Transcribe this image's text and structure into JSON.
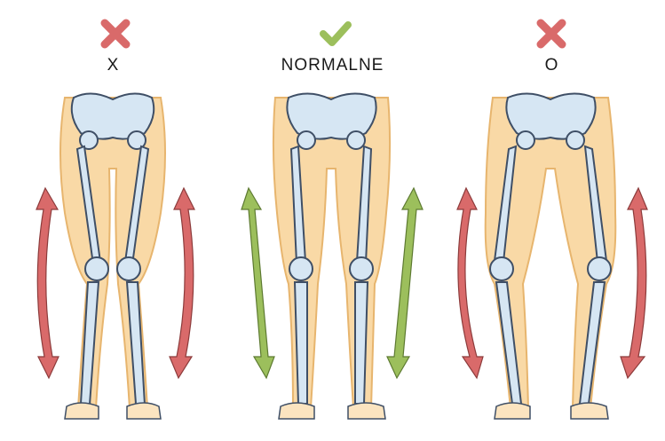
{
  "panels": [
    {
      "id": "x",
      "label": "X",
      "status": "incorrect",
      "mark_icon": "x-mark-icon"
    },
    {
      "id": "normal",
      "label": "NORMALNE",
      "status": "correct",
      "mark_icon": "check-mark-icon"
    },
    {
      "id": "o",
      "label": "O",
      "status": "incorrect",
      "mark_icon": "x-mark-icon"
    }
  ],
  "colors": {
    "incorrect": "#d96a6a",
    "correct": "#9cbf5c",
    "bone": "#d6e6f3",
    "bone_outline": "#3f4f66",
    "skin": "#f9d9a6",
    "skin_outline": "#e7b56e"
  }
}
